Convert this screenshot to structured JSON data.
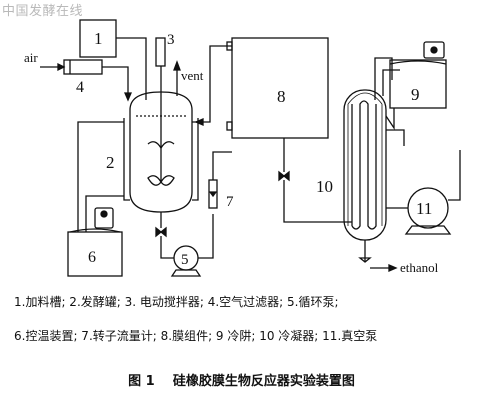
{
  "watermark": "中国发酵在线",
  "labels": {
    "n1": "1",
    "n2": "2",
    "n3": "3",
    "n4": "4",
    "n5": "5",
    "n6": "6",
    "n7": "7",
    "n8": "8",
    "n9": "9",
    "n10": "10",
    "n11": "11",
    "air": "air",
    "vent": "vent",
    "ethanol": "ethanol"
  },
  "legend": {
    "line1": "1.加料槽; 2.发酵罐; 3.  电动搅拌器; 4.空气过滤器; 5.循环泵;",
    "line2": "6.控温装置; 7.转子流量计; 8.膜组件; 9 冷阱; 10 冷凝器; 11.真空泵"
  },
  "caption": {
    "figure_no": "图 1",
    "title": "硅橡胶膜生物反应器实验装置图"
  }
}
